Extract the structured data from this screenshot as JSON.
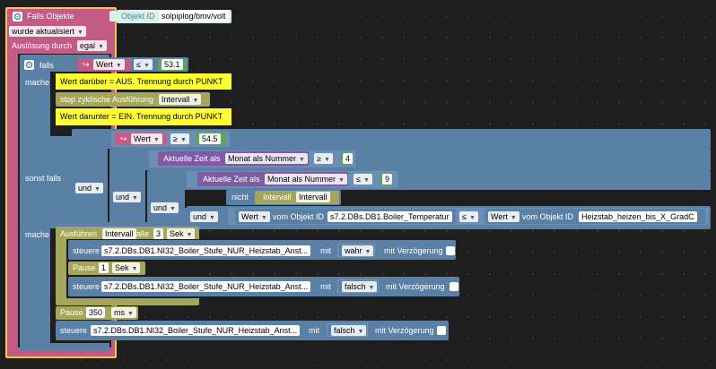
{
  "trigger": {
    "title": "Falls Objekte",
    "object_id_label": "Objekt ID",
    "object_id_value": "solpiplog/bmv/volt",
    "updated_label": "wurde aktualisiert",
    "trigger_label": "Auslösung durch",
    "trigger_value": "egal"
  },
  "if_block": {
    "falls": "falls",
    "mache": "mache",
    "sonst_falls": "sonst falls",
    "mache2": "mache"
  },
  "cond1": {
    "wert": "Wert",
    "op": "≤",
    "value": "53.1"
  },
  "notes": {
    "note1": "Wert darüber = AUS. Trennung durch PUNKT",
    "note2": "Wert darunter = EIN. Trennung durch PUNKT"
  },
  "stop": {
    "label": "stop zyklische Ausführung",
    "value": "Intervall"
  },
  "cond2": {
    "und1": "und",
    "und2": "und",
    "und3": "und",
    "und4": "und",
    "wert": "Wert",
    "op": "≥",
    "value": "54.5",
    "time1_label": "Aktuelle Zeit als",
    "time1_format": "Monat als Nummer",
    "time1_op": "≥",
    "time1_value": "4",
    "time2_label": "Aktuelle Zeit als",
    "time2_format": "Monat als Nummer",
    "time2_op": "≤",
    "time2_value": "9",
    "nicht": "nicht",
    "interval_label": "Intervall",
    "interval_value": "Intervall",
    "cmp_wert1": "Wert",
    "cmp_vom1": "vom Objekt ID",
    "cmp_obj1": "s7.2.DBs.DB1.Boiler_Temperatur",
    "cmp_op": "≤",
    "cmp_wert2": "Wert",
    "cmp_vom2": "vom Objekt ID",
    "cmp_obj2": "Heizstab_heizen_bis_X_GradC"
  },
  "exec": {
    "label": "Ausführen",
    "interval_name": "Intervall",
    "alle": "alle",
    "value": "3",
    "unit": "Sek"
  },
  "steuere1": {
    "label": "steuere",
    "target": "s7.2.DBs.DB1.NI32_Boiler_Stufe_NUR_Heizstab_Anst...",
    "mit": "mit",
    "value": "wahr",
    "delay_label": "mit Verzögerung"
  },
  "pause1": {
    "label": "Pause",
    "value": "1",
    "unit": "Sek"
  },
  "steuere2": {
    "label": "steuere",
    "target": "s7.2.DBs.DB1.NI32_Boiler_Stufe_NUR_Heizstab_Anst...",
    "mit": "mit",
    "value": "falsch",
    "delay_label": "mit Verzögerung"
  },
  "pause2": {
    "label": "Pause",
    "value": "350",
    "unit": "ms"
  },
  "steuere3": {
    "label": "steuere",
    "target": "s7.2.DBs.DB1.NI32_Boiler_Stufe_NUR_Heizstab_Anst...",
    "mit": "mit",
    "value": "falsch",
    "delay_label": "mit Verzögerung"
  },
  "colors": {
    "trigger": "#c45b86",
    "control": "#5b80a5",
    "timer": "#a5a55b",
    "time": "#805ba5",
    "note": "#ffff33",
    "highlight": "#f2c94c"
  }
}
